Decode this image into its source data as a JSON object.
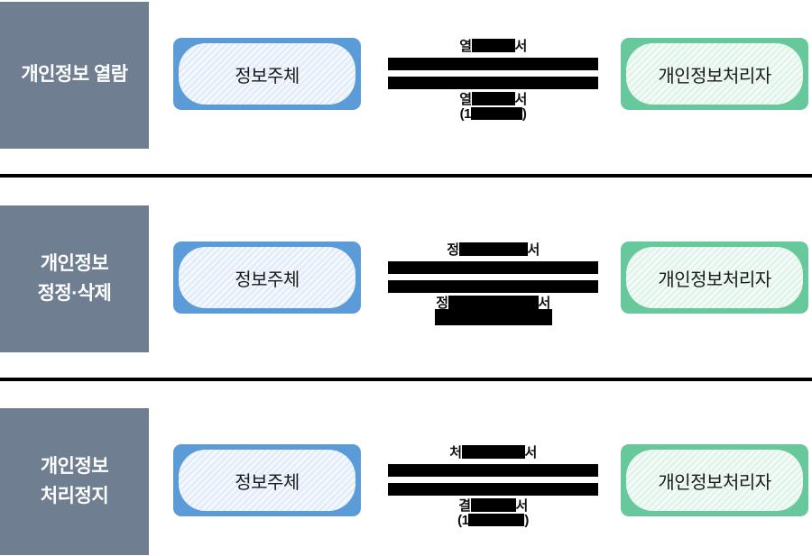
{
  "diagram": {
    "description_note": "redacted-flow-diagram",
    "colors": {
      "category_bg": "#6F7F91",
      "category_text": "#FFFFFF",
      "subject_border": "#5B9CD8",
      "subject_fill": "#E3EEFA",
      "processor_border": "#66C89B",
      "processor_fill": "#E2F4EB",
      "redaction": "#000000",
      "divider": "#000000"
    }
  },
  "rows": [
    {
      "category_lines": [
        "개인정보 열람",
        ""
      ],
      "subject_label": "정보주체",
      "processor_label": "개인정보처리자",
      "top_label": {
        "prefix": "열",
        "suffix": "서"
      },
      "bottom_label": {
        "prefix": "열",
        "suffix": "서"
      },
      "paren_label": {
        "prefix": "(1",
        "suffix": ")"
      }
    },
    {
      "category_lines": [
        "개인정보",
        "정정·삭제"
      ],
      "subject_label": "정보주체",
      "processor_label": "개인정보처리자",
      "top_label": {
        "prefix": "정",
        "suffix": "서"
      },
      "bottom_label": {
        "prefix": "정",
        "suffix": "서"
      },
      "paren_label": {
        "prefix": "",
        "suffix": ""
      }
    },
    {
      "category_lines": [
        "개인정보",
        "처리정지"
      ],
      "subject_label": "정보주체",
      "processor_label": "개인정보처리자",
      "top_label": {
        "prefix": "처",
        "suffix": "서"
      },
      "bottom_label": {
        "prefix": "결",
        "suffix": "서"
      },
      "paren_label": {
        "prefix": "(1",
        "suffix": ")"
      }
    }
  ]
}
